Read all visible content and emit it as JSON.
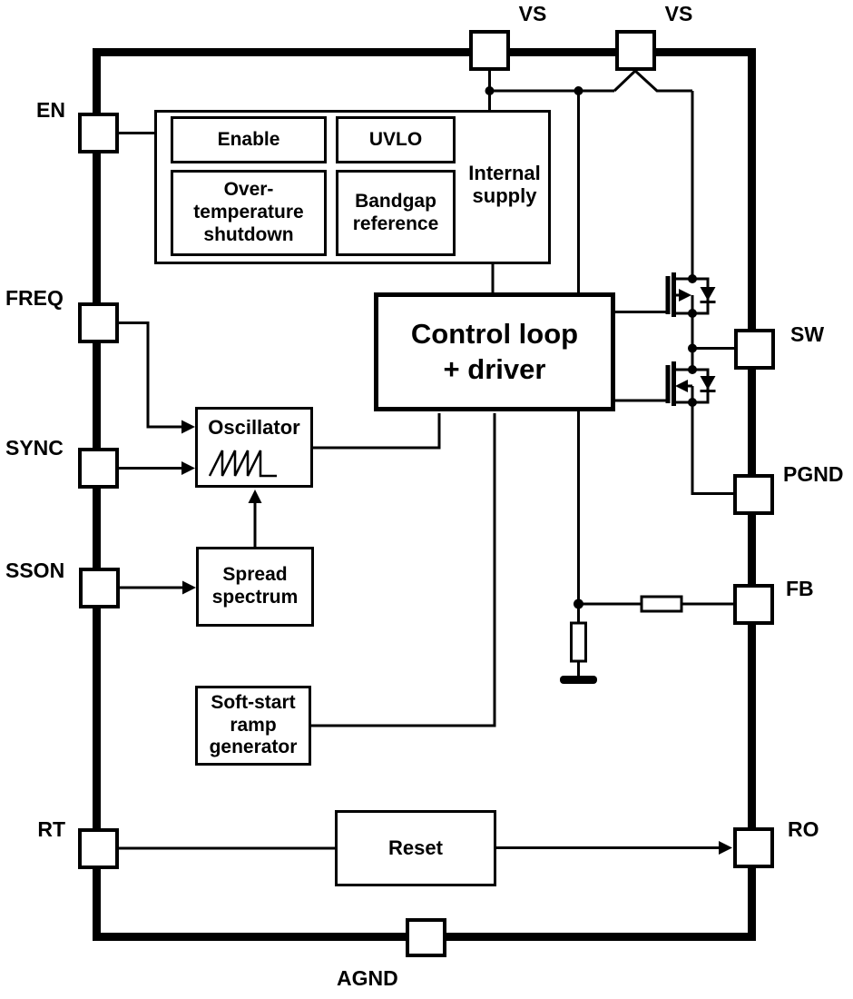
{
  "diagram": {
    "title_hint": "DC-DC converter IC block diagram",
    "colors": {
      "ink": "#000000",
      "background": "#ffffff"
    },
    "pins": {
      "vs": "VS",
      "en": "EN",
      "freq": "FREQ",
      "sync": "SYNC",
      "sson": "SSON",
      "rt": "RT",
      "sw": "SW",
      "pgnd": "PGND",
      "fb": "FB",
      "ro": "RO",
      "agnd": "AGND"
    },
    "blocks": {
      "enable": "Enable",
      "uvlo": "UVLO",
      "over_temperature": "Over-\ntemperature\nshutdown",
      "bandgap": "Bandgap\nreference",
      "internal_supply": "Internal\nsupply",
      "control_loop": "Control loop\n+ driver",
      "oscillator": "Oscillator",
      "spread_spectrum": "Spread\nspectrum",
      "soft_start": "Soft-start\nramp\ngenerator",
      "reset": "Reset"
    },
    "icons": {
      "oscillator_waveform": "sawtooth-wave",
      "high_side_switch": "mosfet-with-body-diode",
      "low_side_switch": "mosfet-with-body-diode",
      "feedback_network": "resistor-divider-to-ground"
    }
  }
}
